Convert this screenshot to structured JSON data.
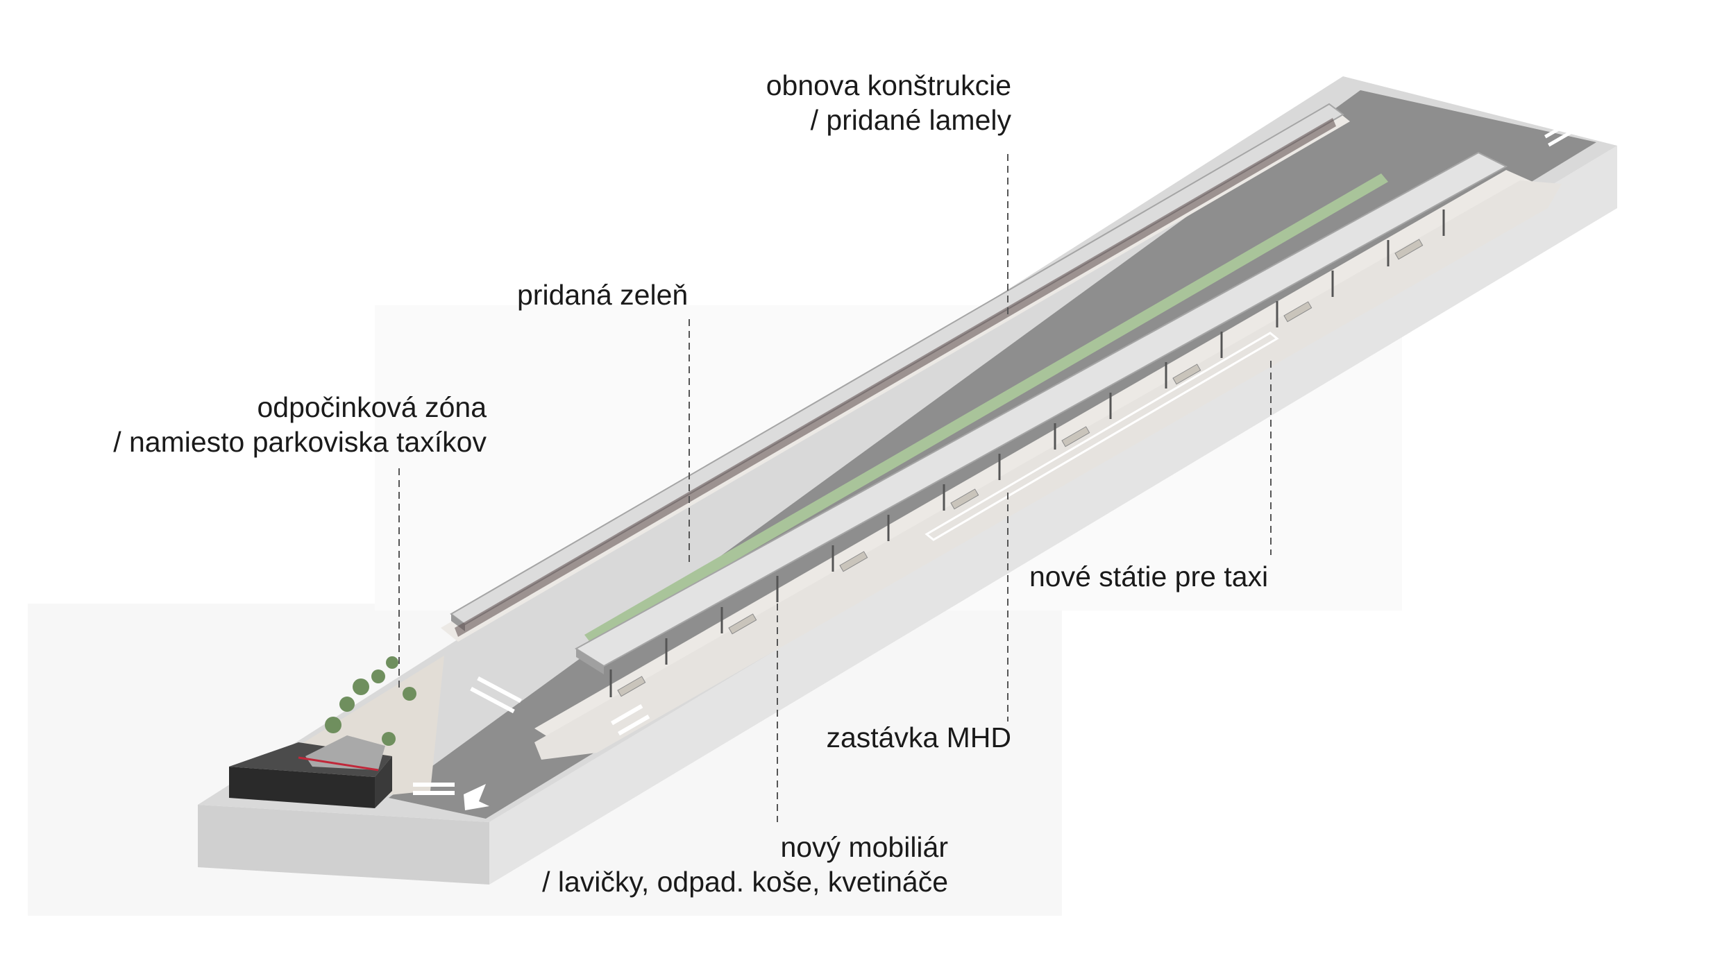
{
  "annotations": [
    {
      "id": "construction",
      "lines": [
        "obnova konštrukcie",
        "/ pridané lamely"
      ]
    },
    {
      "id": "greenery",
      "lines": [
        "pridaná zeleň"
      ]
    },
    {
      "id": "rest-zone",
      "lines": [
        "odpočinková zóna",
        "/ namiesto parkoviska taxíkov"
      ]
    },
    {
      "id": "taxi",
      "lines": [
        "nové státie pre taxi"
      ]
    },
    {
      "id": "bus-stop",
      "lines": [
        "zastávka MHD"
      ]
    },
    {
      "id": "furniture",
      "lines": [
        "nový mobiliár",
        "/ lavičky, odpad. koše, kvetináče"
      ]
    }
  ],
  "colors": {
    "road": "#8c8c8c",
    "road_dark": "#7a7a7a",
    "platform": "#e9e6e2",
    "canopy_top": "#dcdcdc",
    "canopy_shade": "#b9b9b9",
    "green_strip": "#a9c49a",
    "base_side": "#e4e4e4",
    "base_front": "#d2d2d2",
    "building": "#2a2a2a",
    "leader": "#555555"
  }
}
